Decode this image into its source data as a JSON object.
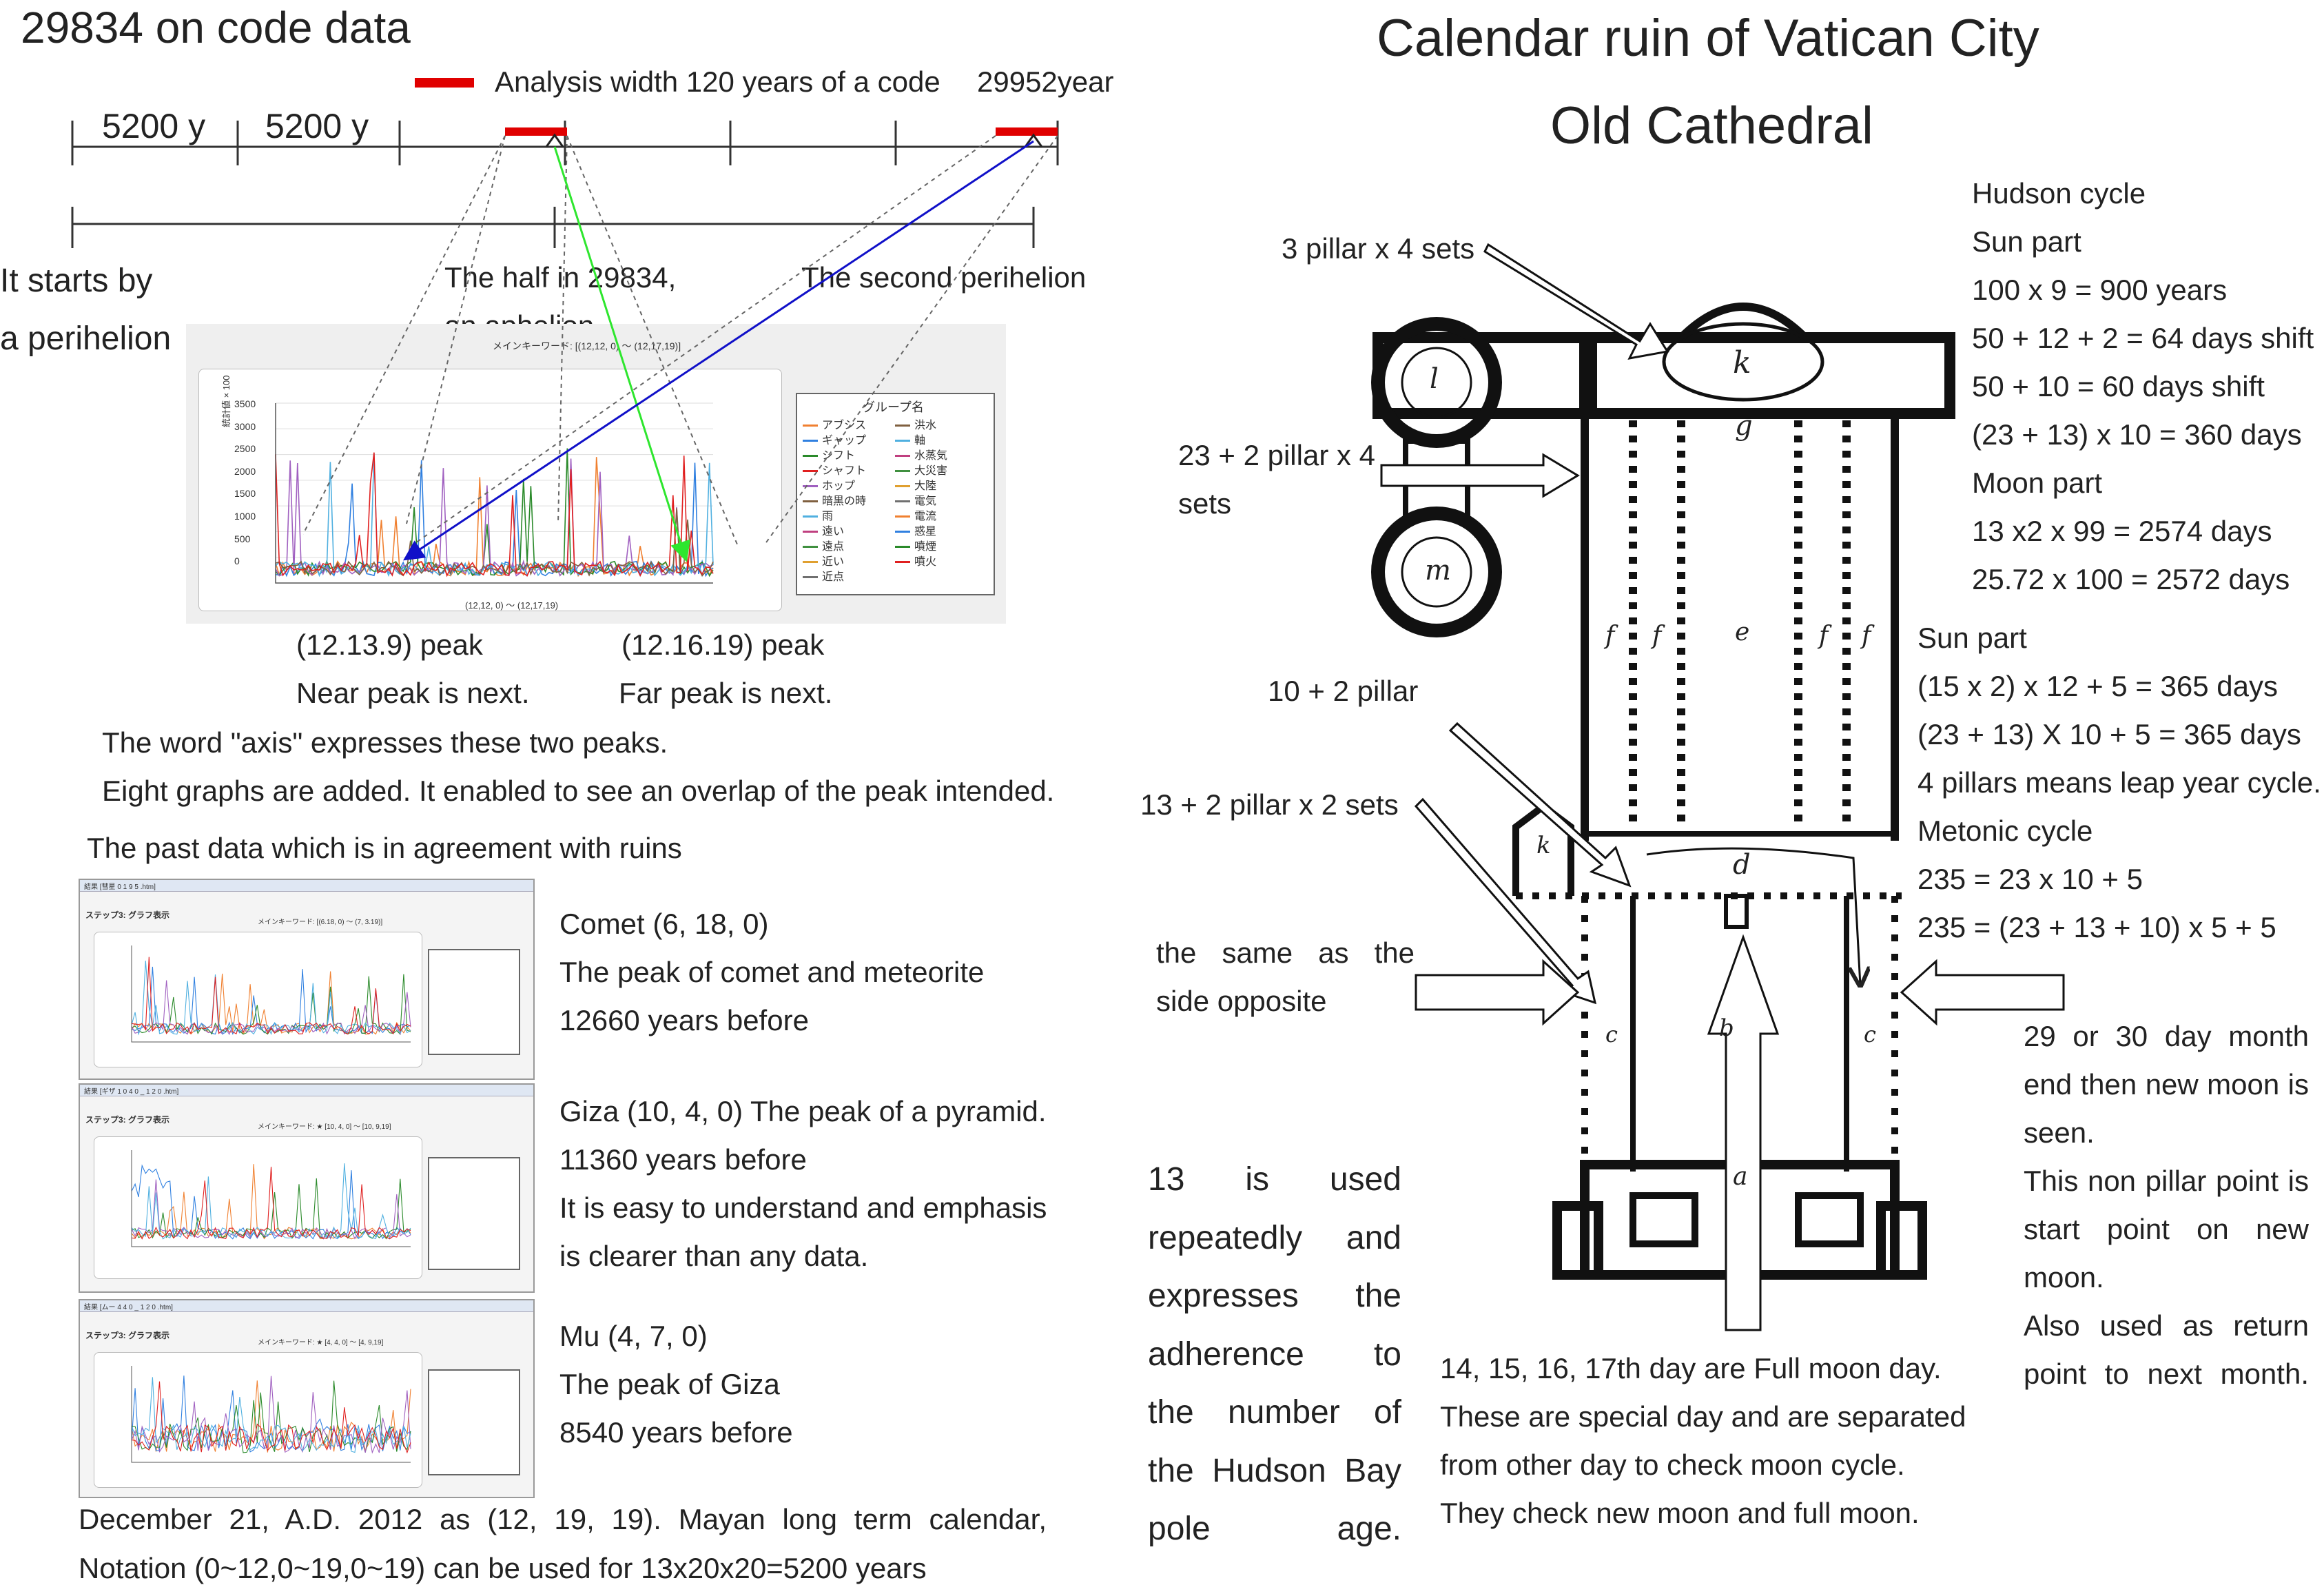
{
  "left": {
    "title": "29834 on code data",
    "legend_bar": "Analysis width 120 years of a code",
    "year_label": "29952year",
    "span1": "5200 y",
    "span2": "5200 y",
    "starts_line1": "It starts by",
    "starts_line2": "a perihelion",
    "half_line1": "The half in 29834,",
    "half_line2": "an aphelion",
    "second": "The second perihelion",
    "peak1": "(12.13.9) peak",
    "peak1_note": "Near peak is next.",
    "peak2": "(12.16.19) peak",
    "peak2_note": "Far peak is next.",
    "axis_note": "The word \"axis\" expresses these two peaks.",
    "eight_note": "Eight graphs are added. It enabled to see an overlap of the peak intended.",
    "past_heading": "The past data which is in agreement with ruins",
    "items": [
      {
        "l1": "Comet (6, 18, 0)",
        "l2": "The peak of comet and meteorite",
        "l3": "12660 years before",
        "l4": ""
      },
      {
        "l1": "Giza (10, 4, 0) The peak of a pyramid.",
        "l2": "11360 years before",
        "l3": "It is easy to understand and emphasis",
        "l4": "is clearer than any data."
      },
      {
        "l1": "Mu (4, 7, 0)",
        "l2": "The peak of Giza",
        "l3": "8540 years before",
        "l4": ""
      }
    ],
    "mayan_line1": "December 21, A.D. 2012 as (12, 19, 19). Mayan long term calendar,",
    "mayan_line2": "Notation (0~12,0~19,0~19)  can be used for 13x20x20=5200 years"
  },
  "main_chart": {
    "title": "メインキーワード: [(12,12, 0) ～ (12,17,19)]",
    "xrange": "(12,12, 0) ～ (12,17,19)",
    "ylabel": "統計値 × 100",
    "yticks": [
      "3500",
      "3000",
      "2500",
      "2000",
      "1500",
      "1000",
      "500",
      "0"
    ],
    "legend_title": "グループ名",
    "legend_col1": [
      "アブシス",
      "ギャップ",
      "シフト",
      "シャフト",
      "ホップ",
      "暗黒の時",
      "雨",
      "遠い",
      "遠点",
      "近い",
      "近点"
    ],
    "legend_col2": [
      "洪水",
      "軸",
      "水蒸気",
      "大災害",
      "大陸",
      "電気",
      "電流",
      "惑星",
      "噴煙",
      "噴火"
    ]
  },
  "thumbs": [
    {
      "title": "メインキーワード: [(6.18, 0) ～ (7, 3.19)]",
      "win": "結果 [彗星 0 1 9 5 .htm]",
      "step": "ステップ3: グラフ表示"
    },
    {
      "title": "メインキーワード: ★ [10, 4, 0] ～ [10, 9,19]",
      "win": "結果 [ギザ 1 0 4 0 _ 1 2 0 .htm]",
      "step": "ステップ3: グラフ表示"
    },
    {
      "title": "メインキーワード: ★ [4, 4, 0] ～ [4, 9,19]",
      "win": "結果 [ムー 4 4 0 _ 1 2 0 .htm]",
      "step": "ステップ3: グラフ表示"
    }
  ],
  "right": {
    "title1": "Calendar ruin of Vatican City",
    "title2": "Old Cathedral",
    "pillar_3x4": "3 pillar  x 4 sets",
    "pillar_23": "23 + 2 pillar  x 4",
    "pillar_23b": "sets",
    "pillar_10": "10 + 2 pillar",
    "pillar_13": "13 + 2 pillar  x 2 sets",
    "same_side1": "the  same  as  the",
    "same_side2": "side opposite",
    "hudson_lines": [
      "Hudson cycle",
      "Sun part",
      "100 x 9 = 900 years",
      "50 + 12 + 2 = 64 days shift",
      "50 + 10 = 60 days shift",
      "(23 + 13) x 10 = 360 days",
      "Moon part",
      "13 x2 x 99 = 2574 days",
      "25.72 x 100 = 2572 days"
    ],
    "sun_lines": [
      "Sun part",
      "(15 x 2) x 12 + 5 = 365 days",
      "(23 + 13) X 10 + 5 = 365 days",
      "4 pillars means leap year cycle.",
      "Metonic cycle",
      "235 = 23 x 10 + 5",
      "235 = (23 + 13 + 10) x 5 + 5"
    ],
    "month_lines": [
      "29  or  30  day  month",
      "end then new moon is",
      "seen.",
      "This non pillar point is",
      "start  point  on  new",
      "moon.",
      "Also  used  as  return",
      "point to next month."
    ],
    "thirteen_lines": [
      "13  is  used",
      "repeatedly  and",
      "expresses  the",
      "adherence  to",
      "the  number  of",
      "the Hudson Bay",
      "pole age."
    ],
    "full_moon_lines": [
      "14, 15, 16, 17th day are Full moon day.",
      "These are special day and are separated",
      "from other day to check moon cycle.",
      "They check new moon and full moon."
    ],
    "plan_letters": [
      "l",
      "m",
      "k",
      "g",
      "f",
      "f",
      "e",
      "f",
      "f",
      "d",
      "k",
      "c",
      "b",
      "c",
      "a"
    ]
  },
  "colors": {
    "red": "#e00000",
    "green": "#2ee62e",
    "blue": "#1010c8"
  }
}
